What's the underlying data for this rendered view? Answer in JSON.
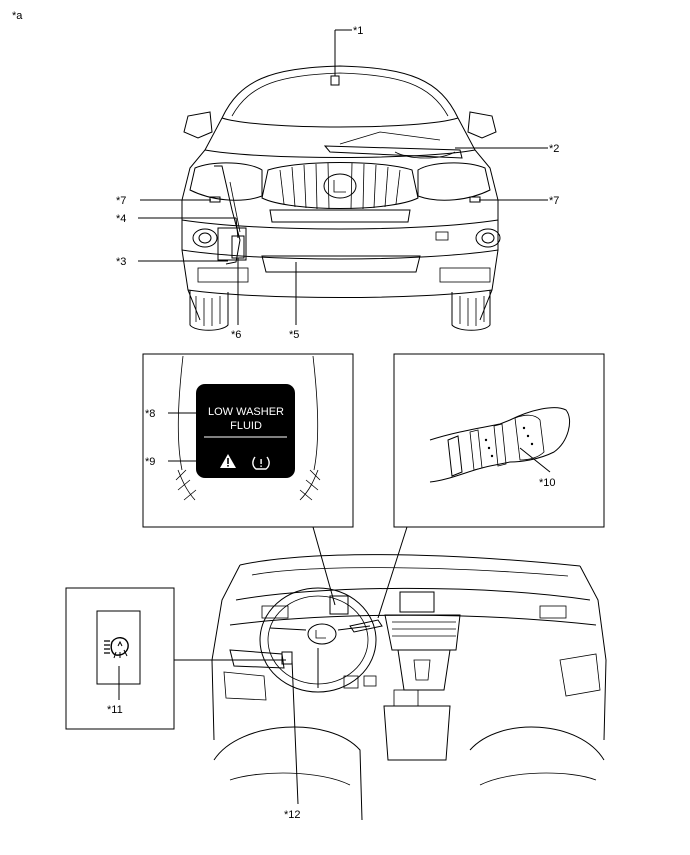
{
  "figure_label": "*a",
  "callouts": {
    "c1": "*1",
    "c2": "*2",
    "c3": "*3",
    "c4": "*4",
    "c5": "*5",
    "c6": "*6",
    "c7_left": "*7",
    "c7_right": "*7",
    "c8": "*8",
    "c9": "*9",
    "c10": "*10",
    "c11": "*11",
    "c12": "*12"
  },
  "display": {
    "line1": "LOW WASHER",
    "line2": "FLUID"
  },
  "icons": {
    "warning": "warning-triangle-icon",
    "tpms": "tire-pressure-icon",
    "headlamp_cleaner": "headlamp-cleaner-switch-icon"
  }
}
